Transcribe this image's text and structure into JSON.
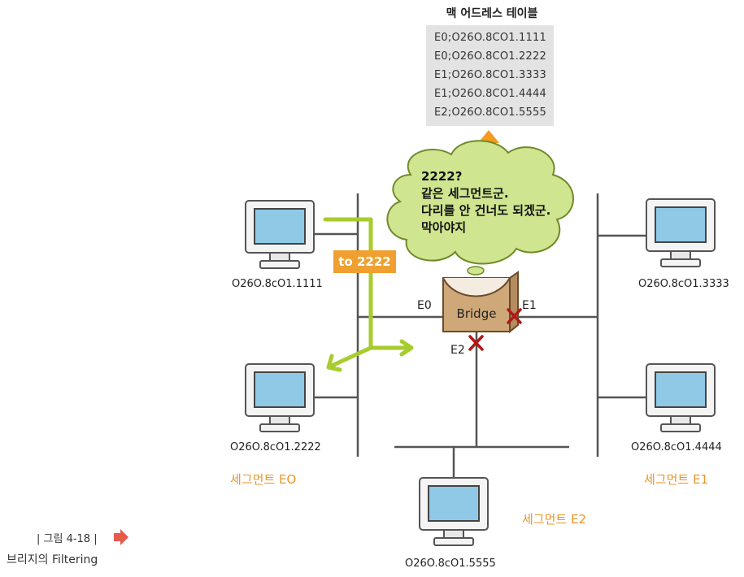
{
  "mac_table": {
    "title": "맥 어드레스 테이블",
    "rows": [
      "E0;O26O.8CO1.1111",
      "E0;O26O.8CO1.2222",
      "E1;O26O.8CO1.3333",
      "E1;O26O.8CO1.4444",
      "E2;O26O.8CO1.5555"
    ]
  },
  "cloud": {
    "lines": [
      "2222?",
      "같은 세그먼트군.",
      "다리를 안 건너도 되겠군.",
      "막아야지"
    ]
  },
  "frame_tag": "to 2222",
  "bridge": {
    "label": "Bridge",
    "ports": [
      "E0",
      "E1",
      "E2"
    ]
  },
  "hosts": [
    "O26O.8cO1.1111",
    "O26O.8cO1.2222",
    "O26O.8cO1.3333",
    "O26O.8cO1.4444",
    "O26O.8cO1.5555"
  ],
  "segments": [
    "세그먼트 EO",
    "세그먼트 E1",
    "세그먼트 E2"
  ],
  "figure": {
    "number": "| 그림 4-18 |",
    "caption": "브리지의 Filtering"
  },
  "colors": {
    "arrow_orange": "#f39a1f",
    "frame_path_green": "#a8cc2e",
    "cloud_fill": "#cfe58f",
    "block_x": "#b01818",
    "segment_text": "#e8962a",
    "bridge_fill": "#cfa87a"
  }
}
